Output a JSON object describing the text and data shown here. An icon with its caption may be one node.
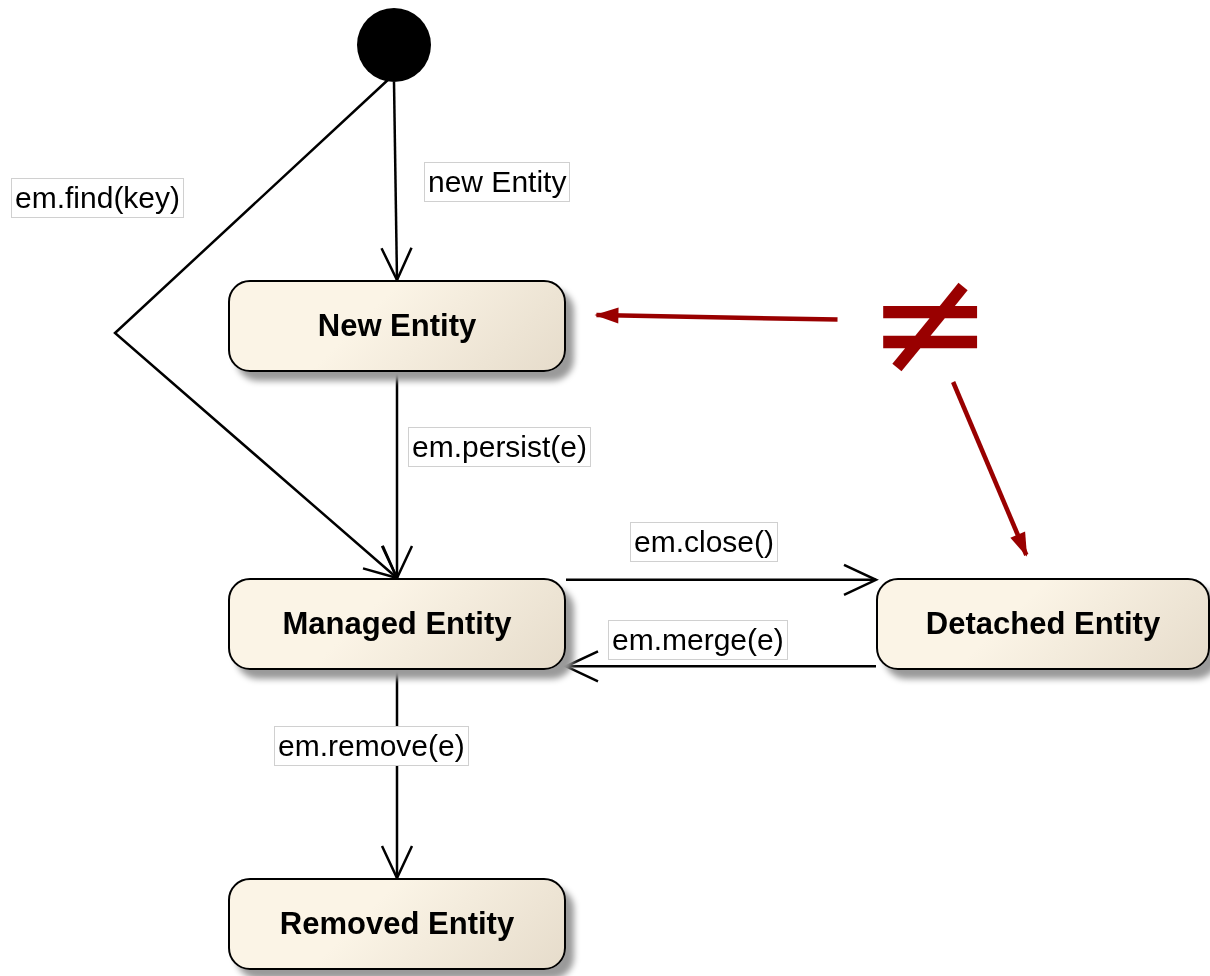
{
  "diagram": {
    "nodes": [
      {
        "text": [],
        "shape": "circle"
      },
      {
        "text": [
          "New Entity"
        ]
      },
      {
        "text": [
          "Managed Entity"
        ]
      },
      {
        "text": [
          "Detached Entity"
        ]
      },
      {
        "text": [
          "Removed Entity"
        ]
      },
      {
        "text": [
          "≠"
        ]
      }
    ],
    "edges": [
      {
        "from": 0,
        "to": 1,
        "arrow": "to",
        "label": "new Entity"
      },
      {
        "from": 0,
        "to": 2,
        "arrow": "to",
        "label": "em.find(key)"
      },
      {
        "from": 1,
        "to": 2,
        "arrow": "to",
        "label": "em.persist(e)"
      },
      {
        "from": 2,
        "to": 3,
        "arrow": "to",
        "label": "em.close()"
      },
      {
        "from": 3,
        "to": 2,
        "arrow": "to",
        "label": "em.merge(e)"
      },
      {
        "from": 2,
        "to": 4,
        "arrow": "to",
        "label": "em.remove(e)"
      },
      {
        "from": 5,
        "to": 1,
        "arrow": "to",
        "style": "thick",
        "color": "#990000"
      },
      {
        "from": 5,
        "to": 3,
        "arrow": "to",
        "style": "thick",
        "color": "#990000"
      }
    ]
  }
}
